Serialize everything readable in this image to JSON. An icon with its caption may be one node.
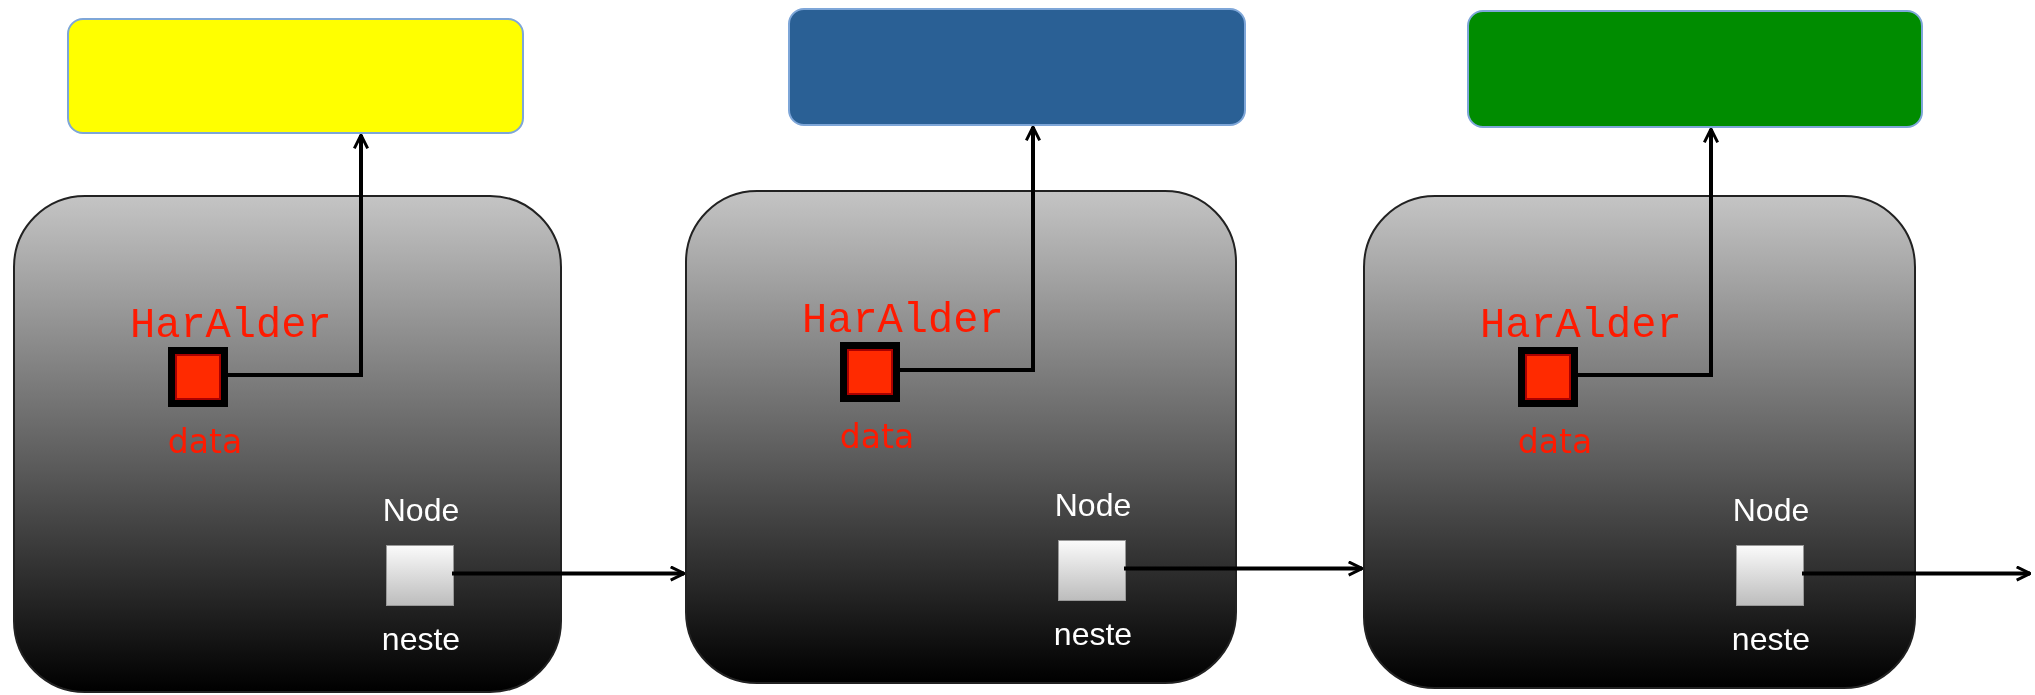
{
  "diagram": {
    "nodes": [
      {
        "text": [],
        "shape": "box"
      },
      {
        "text": [],
        "shape": "box"
      },
      {
        "text": [],
        "shape": "box"
      },
      {
        "text": [],
        "shape": "box"
      },
      {
        "text": [
          "HarAlder",
          "data"
        ],
        "in": 3
      },
      {
        "text": [
          "Node",
          "neste"
        ],
        "in": 3
      },
      {
        "text": [],
        "shape": "box"
      },
      {
        "text": [
          "HarAlder",
          "data"
        ],
        "in": 6
      },
      {
        "text": [
          "Node",
          "neste"
        ],
        "in": 6
      },
      {
        "text": [],
        "shape": "box"
      },
      {
        "text": [
          "HarAlder",
          "data"
        ],
        "in": 9
      },
      {
        "text": [
          "Node",
          "neste"
        ],
        "in": 9
      }
    ],
    "edges": [
      {
        "from": 4,
        "to": 0,
        "arrow": "to"
      },
      {
        "from": 5,
        "to": 6,
        "arrow": "to"
      },
      {
        "from": 7,
        "to": 1,
        "arrow": "to"
      },
      {
        "from": 8,
        "to": 9,
        "arrow": "to"
      },
      {
        "from": 10,
        "to": 2,
        "arrow": "to"
      },
      {
        "from": 11,
        "to": null,
        "arrow": "to"
      }
    ]
  }
}
